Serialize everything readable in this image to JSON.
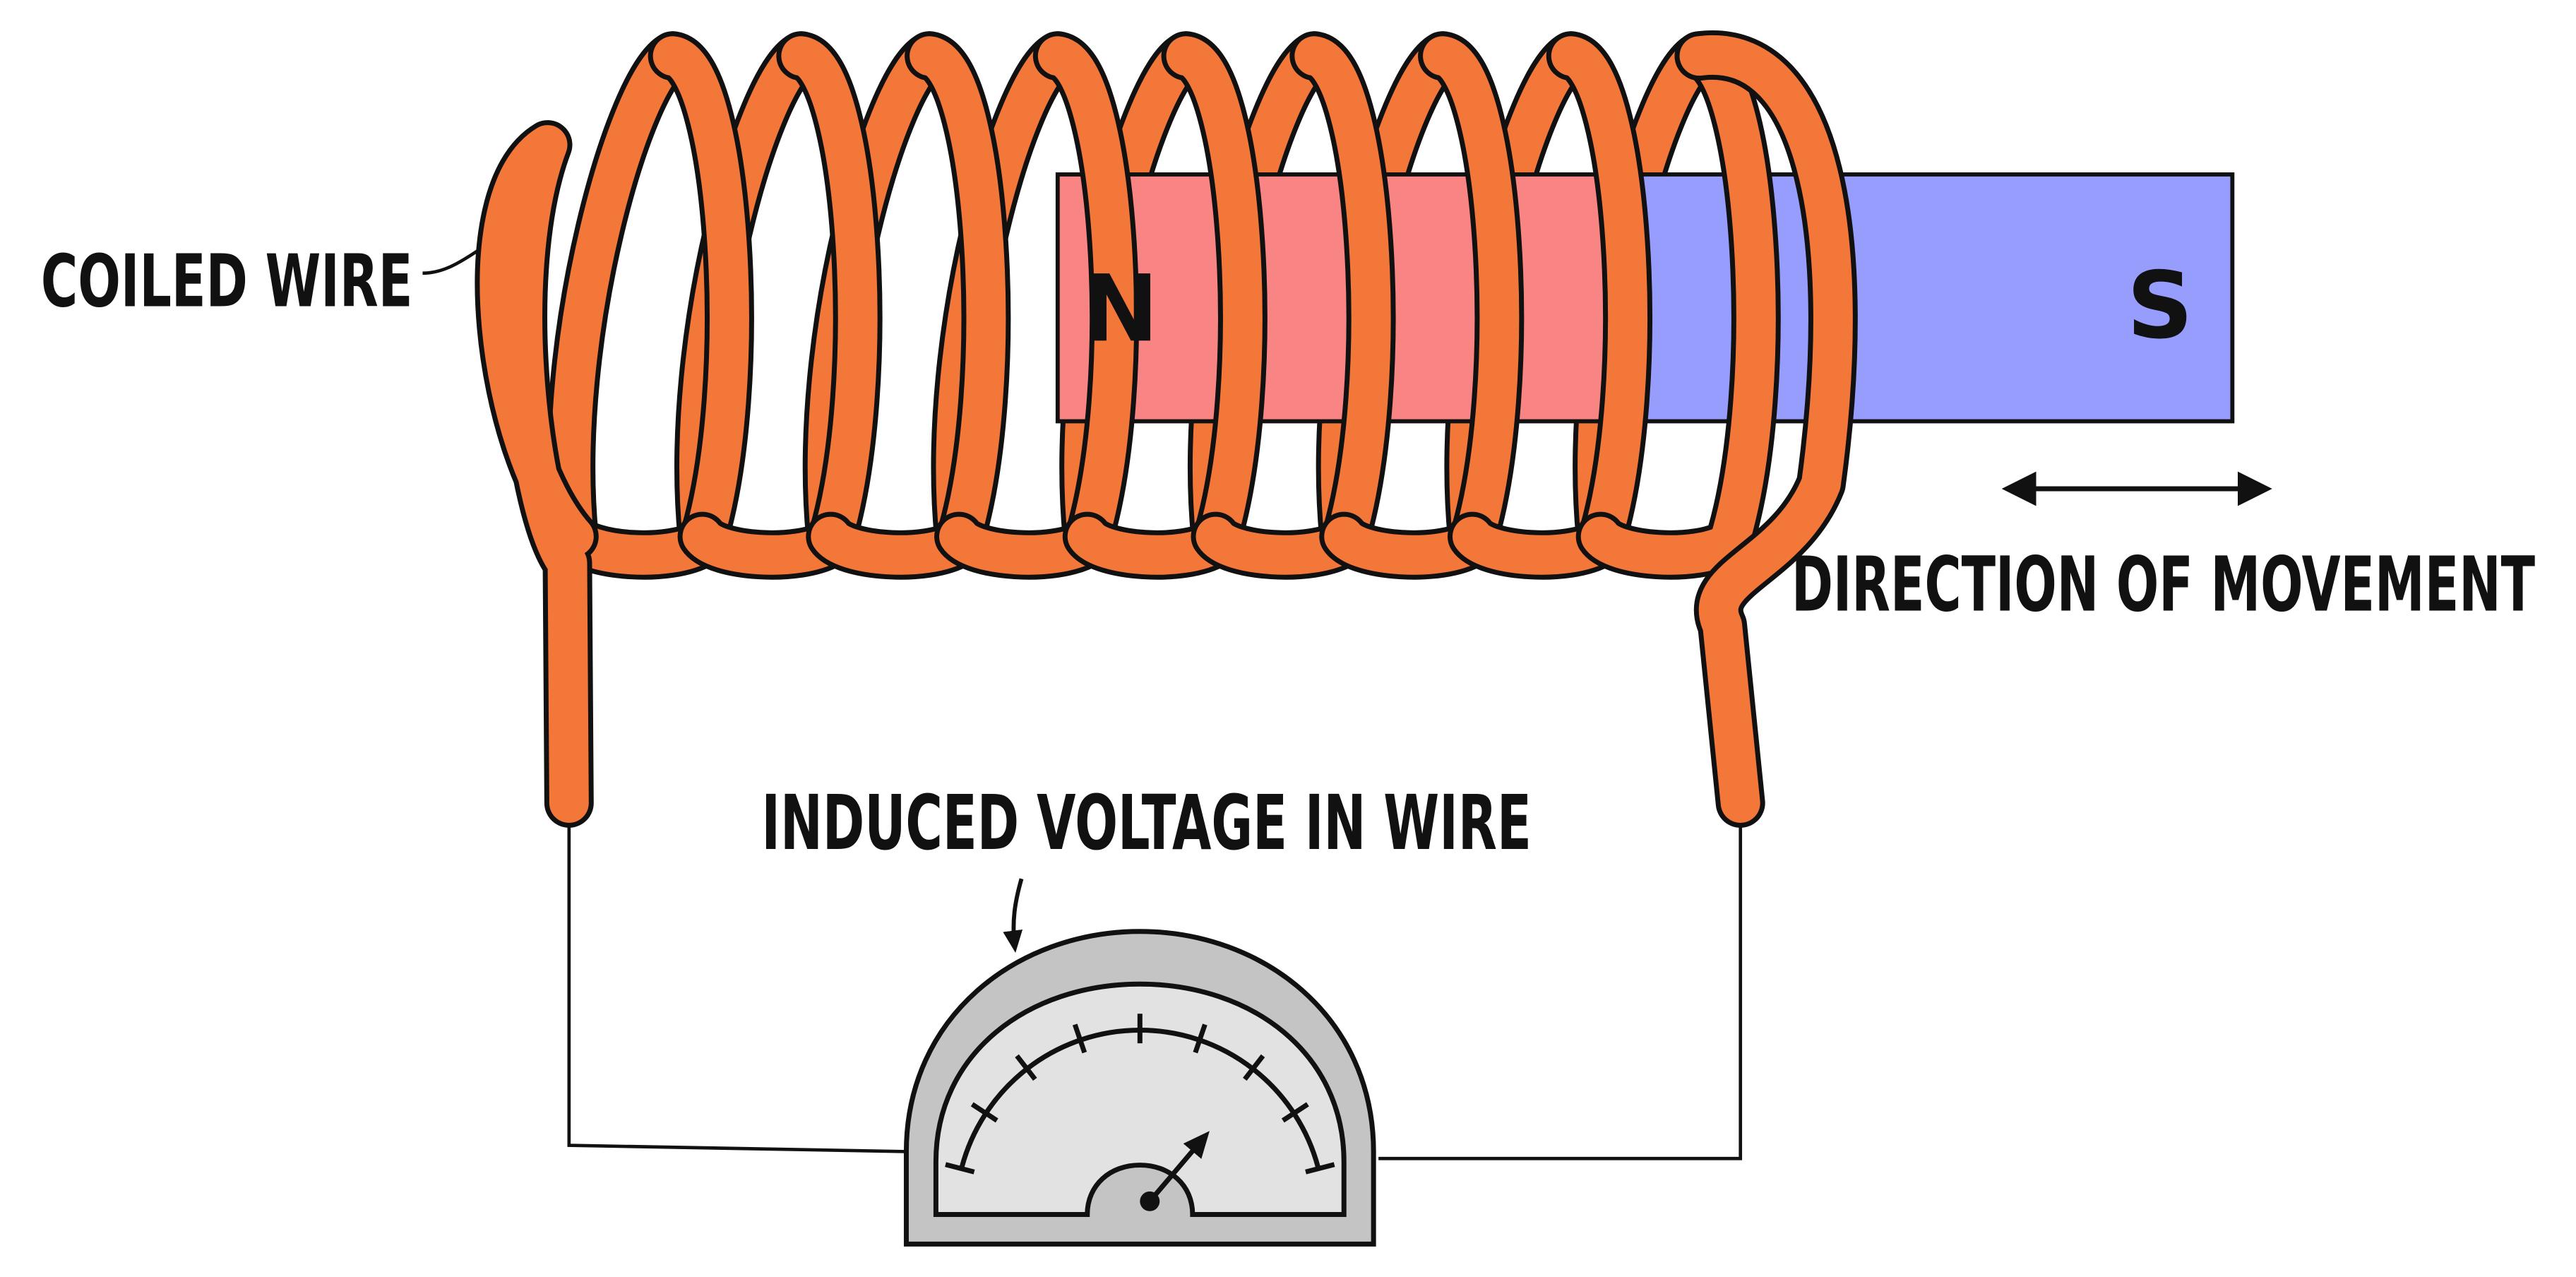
{
  "labels": {
    "coiled_wire": "COILED WIRE",
    "north_pole": "N",
    "south_pole": "S",
    "direction_of_movement": "DIRECTION OF MOVEMENT",
    "induced_voltage": "INDUCED VOLTAGE IN WIRE"
  },
  "colors": {
    "wire": "#f4773a",
    "north_pole": "#f98484",
    "south_pole": "#979dfc",
    "meter_body": "#c4c4c4",
    "meter_face": "#e2e2e2",
    "outline": "#111111"
  },
  "icons": {
    "meter": "galvanometer-icon",
    "arrow": "double-arrow-icon"
  }
}
